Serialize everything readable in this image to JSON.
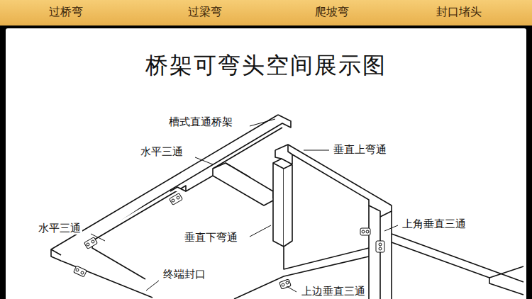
{
  "diagram": {
    "title": "桥架可弯头空间展示图",
    "labels": [
      "过桥弯",
      "过梁弯",
      "爬坡弯",
      "封口堵头",
      "槽式直通桥架",
      "垂直上弯通",
      "水平三通",
      "上角垂直三通",
      "水平三通",
      "垂直下弯通",
      "终端封口",
      "上边垂直三通"
    ]
  }
}
